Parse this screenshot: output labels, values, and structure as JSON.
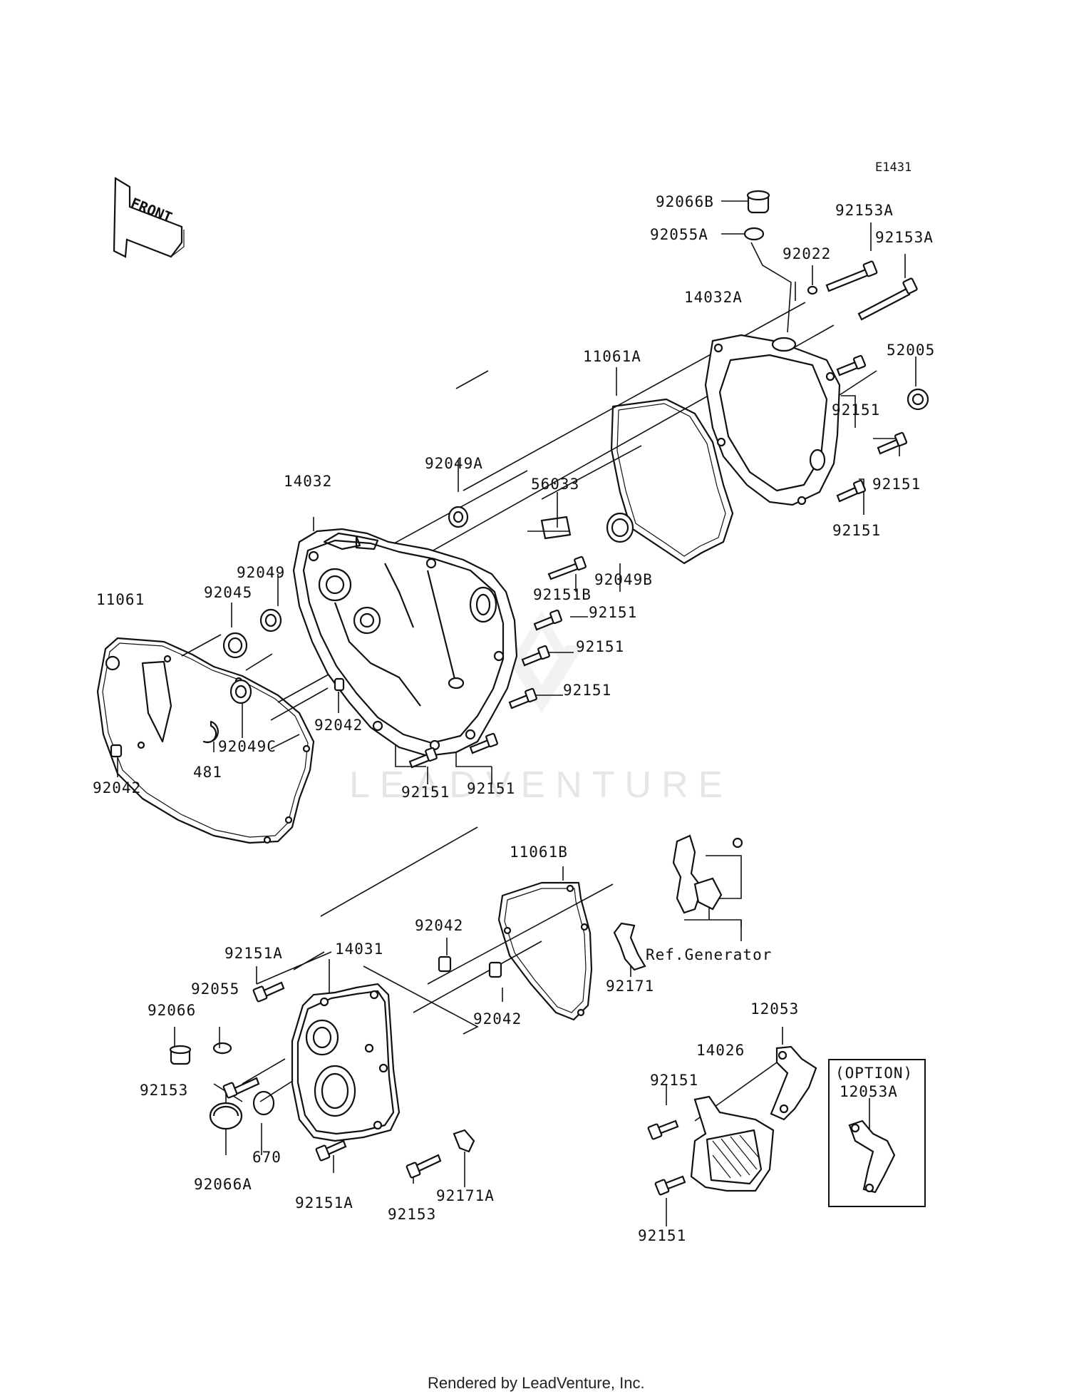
{
  "diagram_code": "E1431",
  "front_arrow": "FRONT",
  "watermark": "LEADVENTURE",
  "footer": "Rendered by LeadVenture, Inc.",
  "labels": {
    "p92066B": "92066B",
    "p92055A": "92055A",
    "p92153A_1": "92153A",
    "p92153A_2": "92153A",
    "p92022": "92022",
    "p14032A": "14032A",
    "p11061A": "11061A",
    "p52005": "52005",
    "p92151_r1": "92151",
    "p92151_r2": "92151",
    "p92151_r3": "92151",
    "p92049A": "92049A",
    "p56033": "56033",
    "p14032": "14032",
    "p92151B": "92151B",
    "p92049B": "92049B",
    "p92049": "92049",
    "p92045": "92045",
    "p11061": "11061",
    "p92151_m1": "92151",
    "p92151_m2": "92151",
    "p92151_m3": "92151",
    "p92042_m": "92042",
    "p92049C": "92049C",
    "p481": "481",
    "p92042_l": "92042",
    "p92151_b1": "92151",
    "p92151_b2": "92151",
    "p11061B": "11061B",
    "p92042_c1": "92042",
    "p92042_c2": "92042",
    "p92171": "92171",
    "ref_generator": "Ref.Generator",
    "p92151A_1": "92151A",
    "p14031": "14031",
    "p92055": "92055",
    "p92066": "92066",
    "p92153_l": "92153",
    "p670": "670",
    "p92066A": "92066A",
    "p92151A_2": "92151A",
    "p92153_b": "92153",
    "p92171A": "92171A",
    "p12053": "12053",
    "p14026": "14026",
    "p92151_g1": "92151",
    "p92151_g2": "92151",
    "option_title": "(OPTION)",
    "p12053A": "12053A"
  }
}
